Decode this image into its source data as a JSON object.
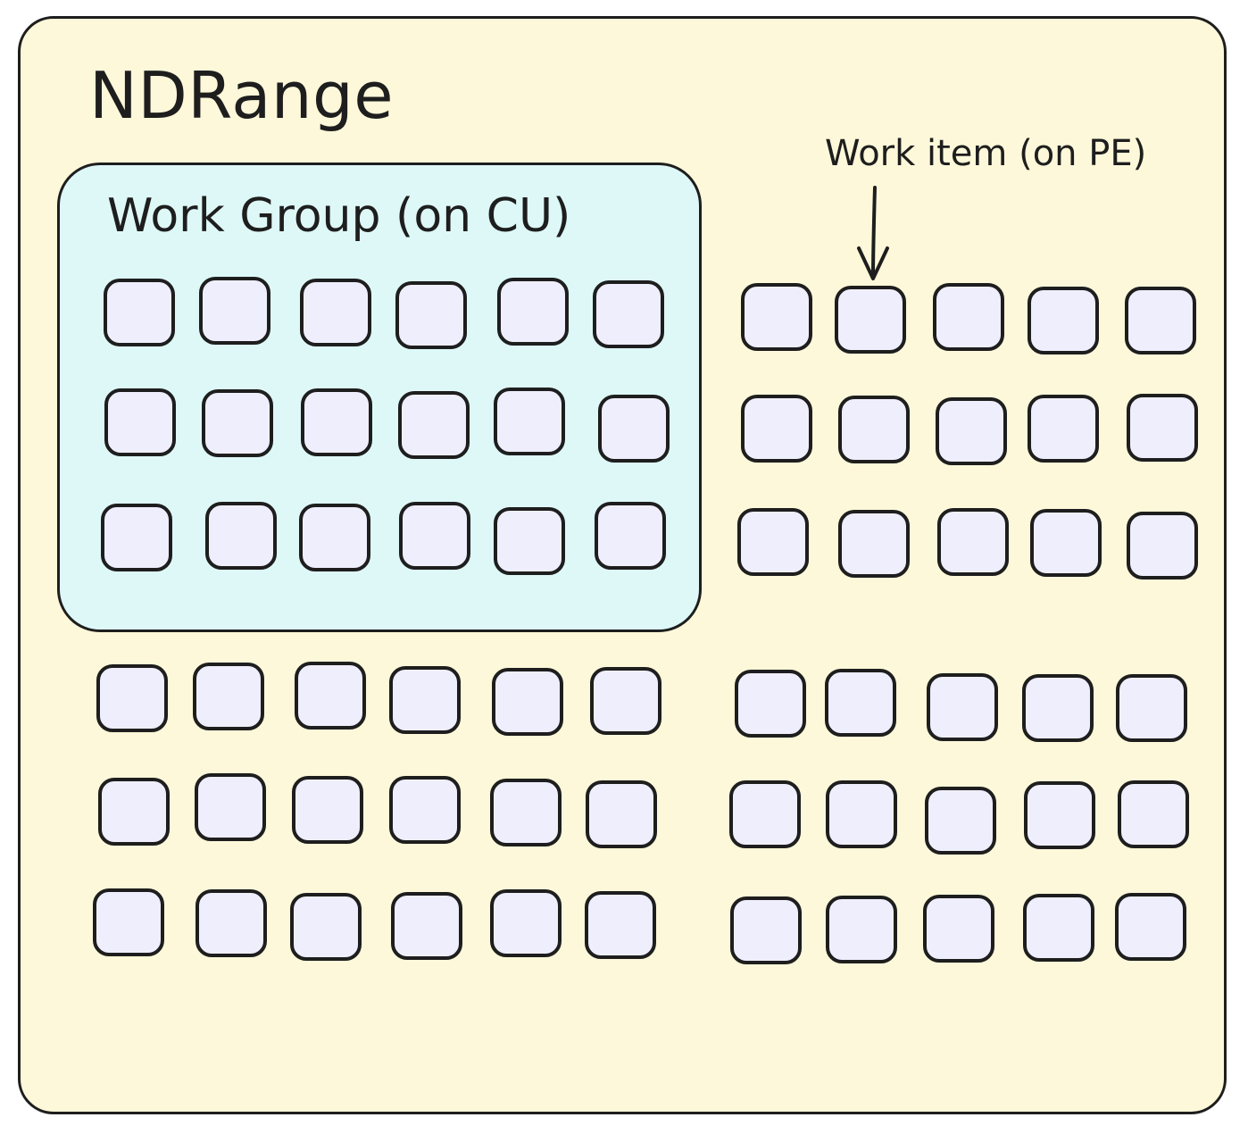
{
  "diagram": {
    "ndrange_title": "NDRange",
    "workgroup_title": "Work Group (on CU)",
    "workitem_label": "Work item (on PE)",
    "colors": {
      "ndrange_fill": "#fdf8d9",
      "workgroup_fill": "#def8f8",
      "workitem_fill": "#efeefd",
      "stroke": "#1e1e1e"
    },
    "grid_blocks": [
      {
        "name": "top-left",
        "rows": 3,
        "cols": 6,
        "in_workgroup": true
      },
      {
        "name": "top-right",
        "rows": 3,
        "cols": 5,
        "in_workgroup": false
      },
      {
        "name": "bottom-left",
        "rows": 3,
        "cols": 6,
        "in_workgroup": false
      },
      {
        "name": "bottom-right",
        "rows": 3,
        "cols": 5,
        "in_workgroup": false
      }
    ],
    "arrow_icon": "down-arrow-icon"
  }
}
